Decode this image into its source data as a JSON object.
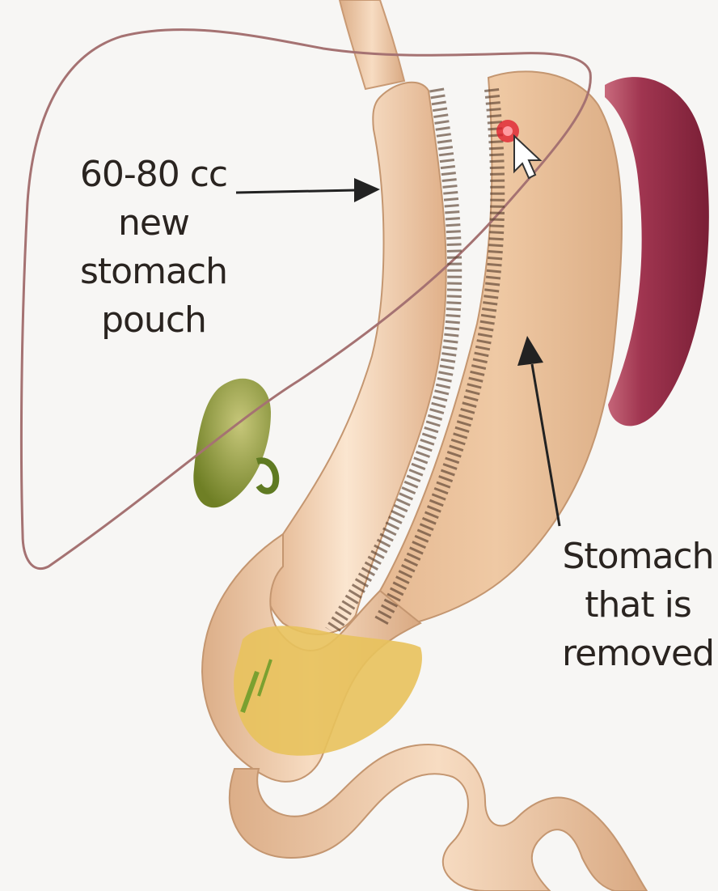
{
  "labels": {
    "pouch": [
      "60-80 cc",
      "new",
      "stomach",
      "pouch"
    ],
    "removed": [
      "Stomach",
      "that is",
      "removed"
    ]
  },
  "colors": {
    "background": "#f7f6f4",
    "liver_outline": "#9a6a6a",
    "stomach_fill": "#e8c19c",
    "pouch_fill": "#efcaa6",
    "spleen": "#8c2a40",
    "gallbladder": "#8a9a3a",
    "duodenum_bile": "#e9c35a",
    "staples": "#6a5040",
    "arrow": "#222222",
    "cursor_dot": "#e02030"
  },
  "icons": [
    "cursor-pointer-icon"
  ]
}
